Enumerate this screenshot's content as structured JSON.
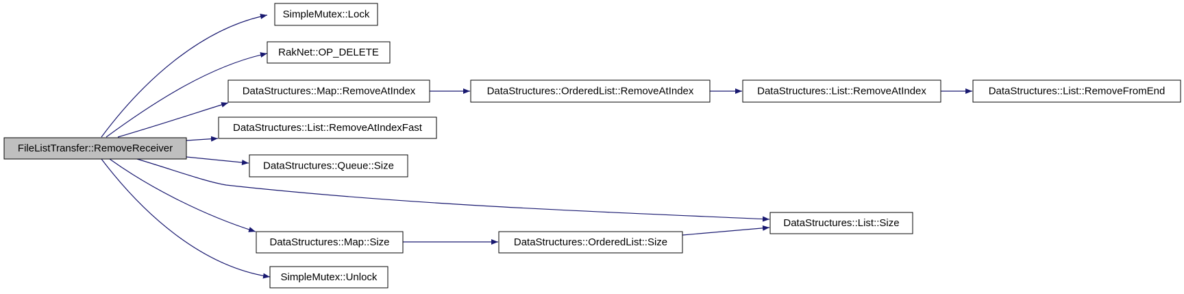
{
  "diagram": {
    "kind": "call-graph",
    "edge_color": "#191970",
    "root_fill": "#bfbfbf",
    "node_fill": "#ffffff",
    "nodes": {
      "root": "FileListTransfer::RemoveReceiver",
      "lock": "SimpleMutex::Lock",
      "op_delete": "RakNet::OP_DELETE",
      "map_remove": "DataStructures::Map::RemoveAtIndex",
      "ordered_remove": "DataStructures::OrderedList::RemoveAtIndex",
      "list_remove": "DataStructures::List::RemoveAtIndex",
      "list_remove_end": "DataStructures::List::RemoveFromEnd",
      "list_remove_fast": "DataStructures::List::RemoveAtIndexFast",
      "queue_size": "DataStructures::Queue::Size",
      "list_size": "DataStructures::List::Size",
      "map_size": "DataStructures::Map::Size",
      "ordered_size": "DataStructures::OrderedList::Size",
      "unlock": "SimpleMutex::Unlock"
    },
    "edges": [
      [
        "root",
        "lock"
      ],
      [
        "root",
        "op_delete"
      ],
      [
        "root",
        "map_remove"
      ],
      [
        "root",
        "list_remove_fast"
      ],
      [
        "root",
        "queue_size"
      ],
      [
        "root",
        "list_size"
      ],
      [
        "root",
        "map_size"
      ],
      [
        "root",
        "unlock"
      ],
      [
        "map_remove",
        "ordered_remove"
      ],
      [
        "ordered_remove",
        "list_remove"
      ],
      [
        "list_remove",
        "list_remove_end"
      ],
      [
        "map_size",
        "ordered_size"
      ],
      [
        "ordered_size",
        "list_size"
      ]
    ]
  }
}
